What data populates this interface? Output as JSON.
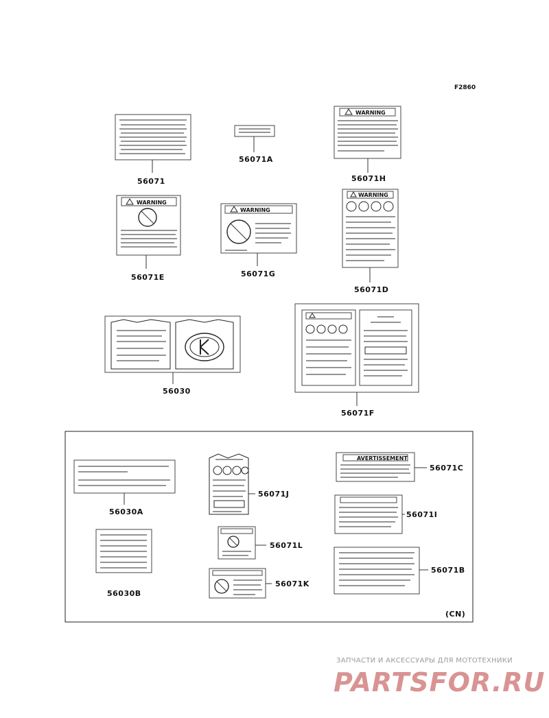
{
  "figure_code": "F2860",
  "region_code": "(CN)",
  "parts": {
    "p56071": "56071",
    "p56071A": "56071A",
    "p56071H": "56071H",
    "p56071E": "56071E",
    "p56071G": "56071G",
    "p56071D": "56071D",
    "p56030": "56030",
    "p56071F": "56071F",
    "p56030A": "56030A",
    "p56071J": "56071J",
    "p56071C": "56071C",
    "p56071I": "56071I",
    "p56071L": "56071L",
    "p56071K": "56071K",
    "p56030B": "56030B",
    "p56071B": "56071B"
  },
  "label_headers": {
    "warning": "WARNING",
    "avertissement": "AVERTISSEMENT"
  },
  "watermark": {
    "tagline": "ЗАПЧАСТИ И АКСЕССУАРЫ ДЛЯ МОТОТЕХНИКИ",
    "brand": "PARTSFOR.RU"
  },
  "colors": {
    "line": "#222222",
    "watermark": "#d99393"
  }
}
